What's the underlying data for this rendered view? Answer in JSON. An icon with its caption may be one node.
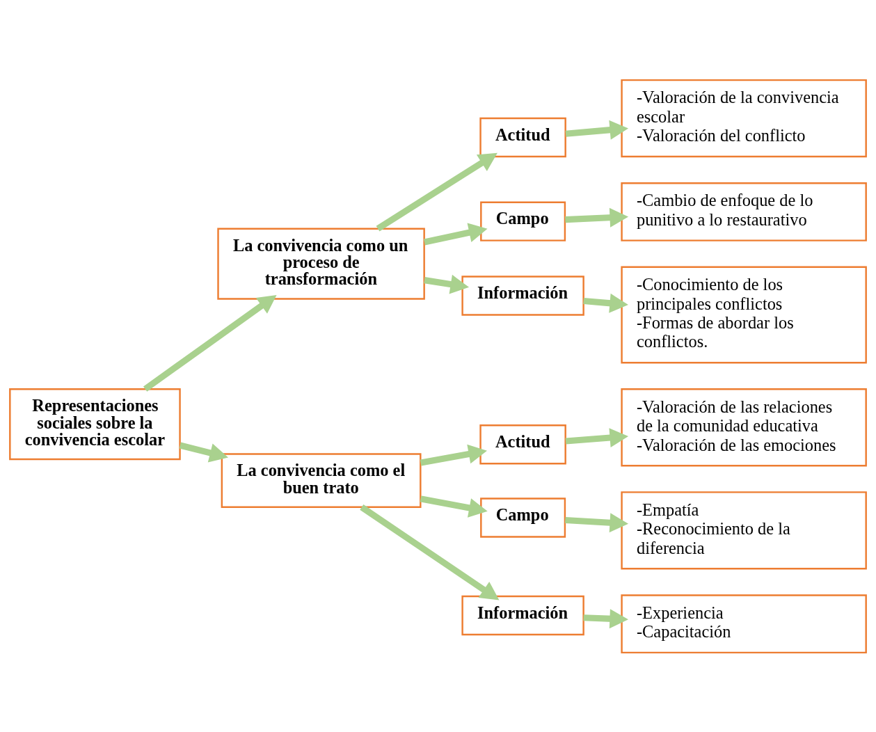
{
  "diagram": {
    "nodes": [
      {
        "text": [
          "Representaciones sociales sobre la convivencia escolar"
        ]
      },
      {
        "text": [
          "La convivencia como un proceso de transformación"
        ]
      },
      {
        "text": [
          "Actitud"
        ]
      },
      {
        "text": [
          "Campo"
        ]
      },
      {
        "text": [
          "Información"
        ]
      },
      {
        "text": [
          "-Valoración de la convivencia escolar",
          "-Valoración del conflicto"
        ]
      },
      {
        "text": [
          "-Cambio de enfoque de lo punitivo a lo restaurativo"
        ]
      },
      {
        "text": [
          "-Conocimiento de los principales conflictos",
          "-Formas de abordar los conflictos."
        ]
      },
      {
        "text": [
          "La convivencia como el buen trato"
        ]
      },
      {
        "text": [
          "Actitud"
        ]
      },
      {
        "text": [
          "Campo"
        ]
      },
      {
        "text": [
          "Información"
        ]
      },
      {
        "text": [
          "-Valoración de las relaciones de la comunidad educativa",
          "-Valoración de las emociones"
        ]
      },
      {
        "text": [
          "-Empatía",
          "-Reconocimiento de la diferencia"
        ]
      },
      {
        "text": [
          "-Experiencia",
          "-Capacitación"
        ]
      }
    ],
    "edges": [
      {
        "from": 0,
        "to": 1,
        "arrow": "to"
      },
      {
        "from": 1,
        "to": 2,
        "arrow": "to"
      },
      {
        "from": 1,
        "to": 3,
        "arrow": "to"
      },
      {
        "from": 1,
        "to": 4,
        "arrow": "to"
      },
      {
        "from": 2,
        "to": 5,
        "arrow": "to"
      },
      {
        "from": 3,
        "to": 6,
        "arrow": "to"
      },
      {
        "from": 4,
        "to": 7,
        "arrow": "to"
      },
      {
        "from": 0,
        "to": 8,
        "arrow": "to"
      },
      {
        "from": 8,
        "to": 9,
        "arrow": "to"
      },
      {
        "from": 8,
        "to": 10,
        "arrow": "to"
      },
      {
        "from": 8,
        "to": 11,
        "arrow": "to"
      },
      {
        "from": 9,
        "to": 12,
        "arrow": "to"
      },
      {
        "from": 10,
        "to": 13,
        "arrow": "to"
      },
      {
        "from": 11,
        "to": 14,
        "arrow": "to"
      }
    ]
  }
}
